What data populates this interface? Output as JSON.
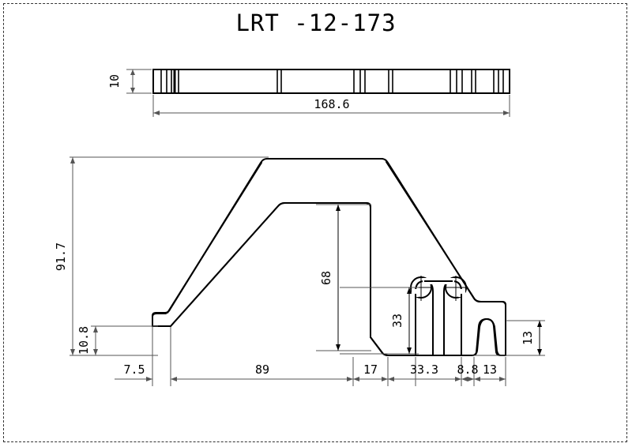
{
  "sheet": {
    "title": "LRT -12-173",
    "border_style": "dashed",
    "background_color": "#ffffff",
    "line_color": "#000000",
    "dimension_line_color": "#555555"
  },
  "views": {
    "top_view": {
      "name": "end-elevation-bar",
      "overall_length_label": "168.6",
      "height_label": "10",
      "rib_count": 17
    },
    "profile_view": {
      "name": "section-profile",
      "vertical_dims": [
        {
          "label": "91.7",
          "name": "overall-height"
        },
        {
          "label": "10.8",
          "name": "left-foot-height"
        },
        {
          "label": "68",
          "name": "inner-web-height"
        },
        {
          "label": "33",
          "name": "post-height"
        },
        {
          "label": "13",
          "name": "right-step-height"
        }
      ],
      "horizontal_dims": [
        {
          "label": "7.5",
          "name": "left-foot-width"
        },
        {
          "label": "89",
          "name": "main-span-width"
        },
        {
          "label": "17",
          "name": "mid-leg-width"
        },
        {
          "label": "33.3",
          "name": "channel-width"
        },
        {
          "label": "8.8",
          "name": "right-post-width"
        },
        {
          "label": "13",
          "name": "right-end-width"
        }
      ]
    }
  }
}
